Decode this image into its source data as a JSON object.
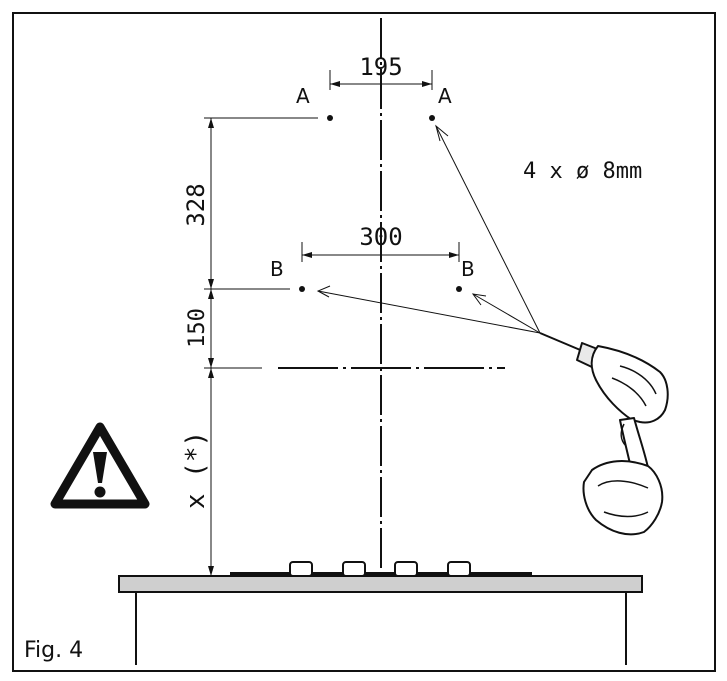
{
  "figure": {
    "caption": "Fig. 4",
    "dims": {
      "top_width": "195",
      "middle_width": "300",
      "a_to_b": "328",
      "b_to_line": "150",
      "line_to_hob": "x (*)"
    },
    "points": {
      "a_left": "A",
      "a_right": "A",
      "b_left": "B",
      "b_right": "B"
    },
    "drill_note": "4 x ø 8mm",
    "icons": [
      "warning-icon",
      "drill-icon"
    ]
  }
}
